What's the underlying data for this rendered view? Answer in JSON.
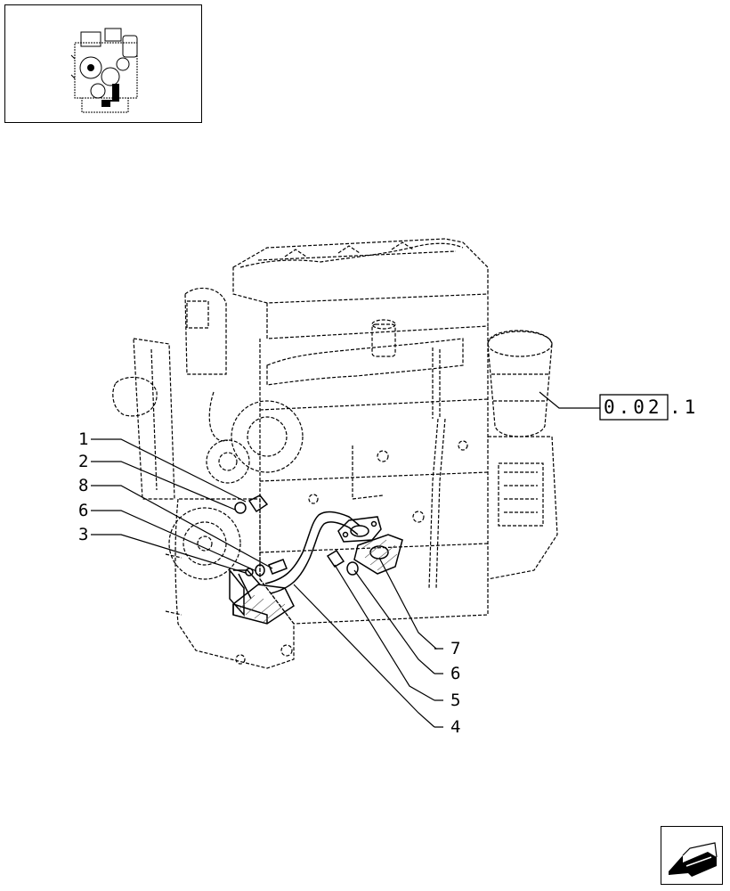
{
  "thumbnail": {
    "icon": "engine-locator-thumbnail-icon"
  },
  "callouts": [
    "1",
    "2",
    "8",
    "6",
    "3",
    "7",
    "6",
    "5",
    "4"
  ],
  "reference": {
    "boxed": "0.02",
    "suffix": ".1"
  },
  "navigation": {
    "icon": "previous-page-arrow-icon"
  },
  "colors": {
    "line": "#000000",
    "background": "#ffffff",
    "hatch": "#555555"
  }
}
